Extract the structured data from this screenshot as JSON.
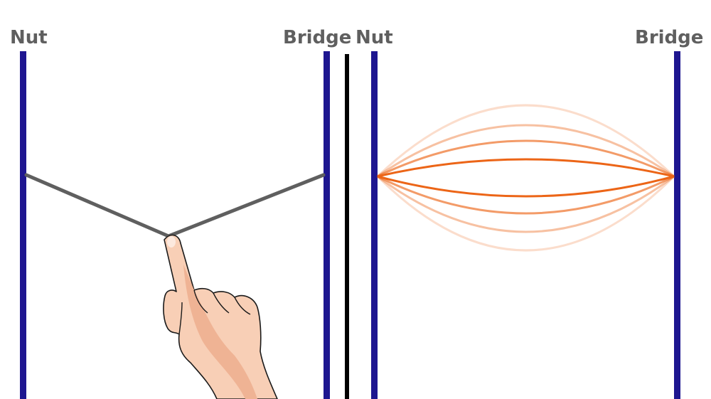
{
  "labels": {
    "left_nut": "Nut",
    "left_bridge": "Bridge",
    "right_nut": "Nut",
    "right_bridge": "Bridge"
  },
  "colors": {
    "label_text": "#5f5f5f",
    "post": "#1e1690",
    "divider": "#000000",
    "plucked_string": "#5f5f5f",
    "vibration": "#ec6517",
    "skin": "#f8cfb6",
    "skin_shade": "#efb394",
    "outline": "#1a1a1a"
  },
  "icons": {
    "hand": "pointing-hand-icon"
  }
}
